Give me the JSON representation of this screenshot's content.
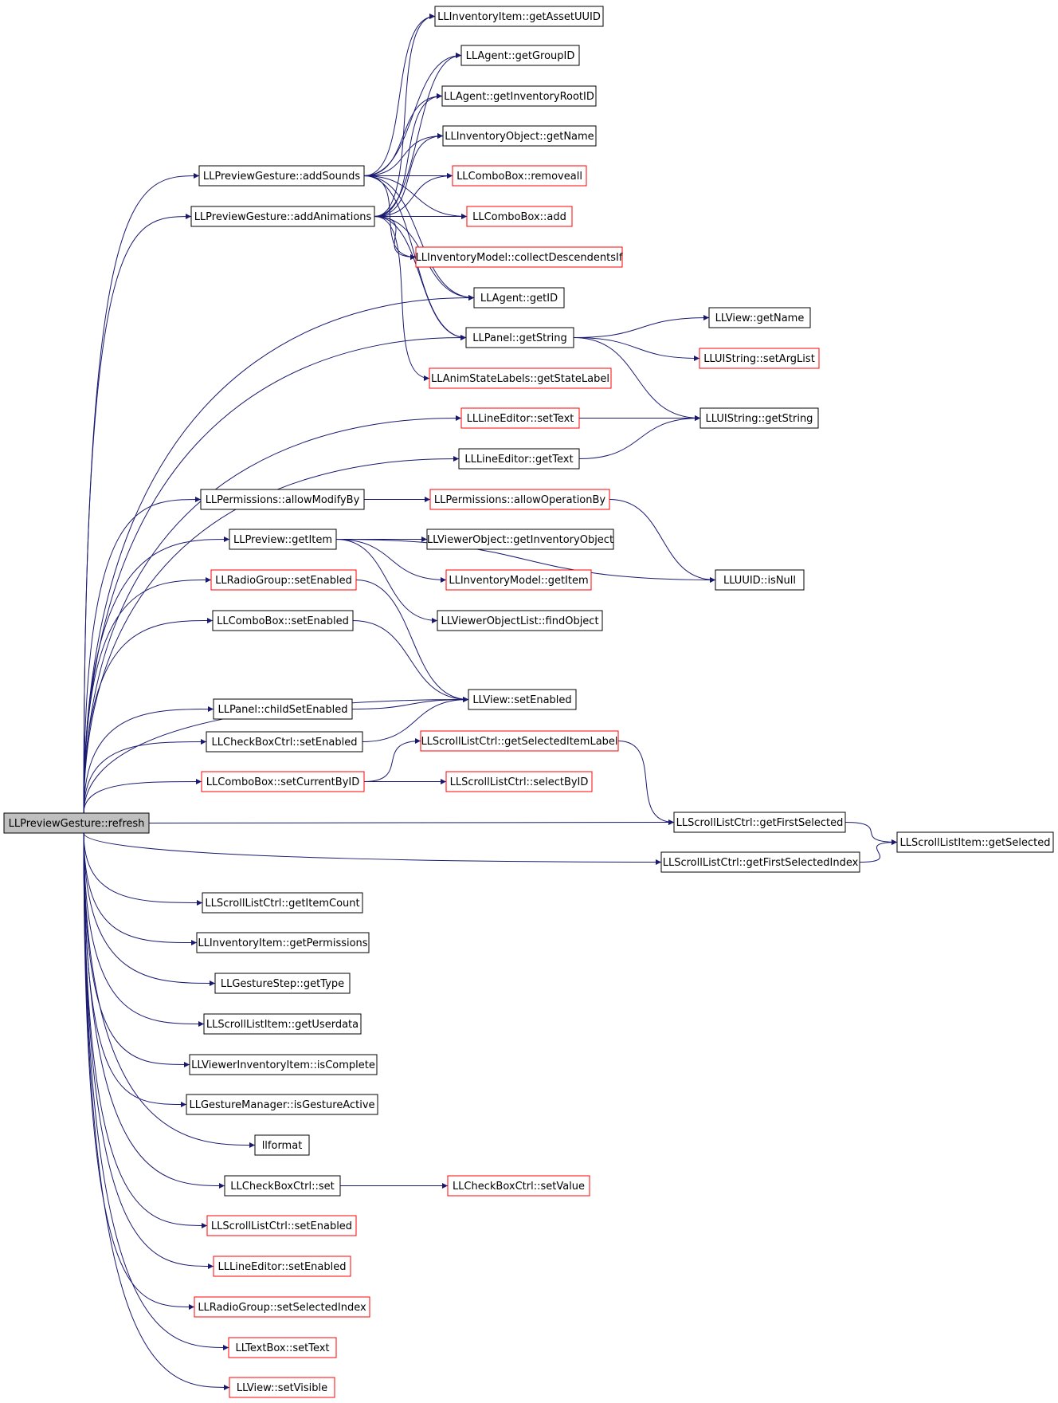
{
  "diagram": {
    "type": "call-graph",
    "colors": {
      "edge": "#191970",
      "root_fill": "#bfbfbf",
      "node_border_default": "#000000",
      "node_border_truncated": "#ff0000",
      "node_fill": "#ffffff",
      "text": "#000000"
    },
    "root": "LLPreviewGesture::refresh",
    "nodes": [
      {
        "id": "refresh",
        "label": "LLPreviewGesture::refresh",
        "style": "root"
      },
      {
        "id": "addSounds",
        "label": "LLPreviewGesture::addSounds",
        "style": "normal"
      },
      {
        "id": "addAnimations",
        "label": "LLPreviewGesture::addAnimations",
        "style": "normal"
      },
      {
        "id": "getAssetUUID",
        "label": "LLInventoryItem::getAssetUUID",
        "style": "normal"
      },
      {
        "id": "getGroupID",
        "label": "LLAgent::getGroupID",
        "style": "normal"
      },
      {
        "id": "getInventoryRootID",
        "label": "LLAgent::getInventoryRootID",
        "style": "normal"
      },
      {
        "id": "invObjGetName",
        "label": "LLInventoryObject::getName",
        "style": "normal"
      },
      {
        "id": "removeall",
        "label": "LLComboBox::removeall",
        "style": "truncated"
      },
      {
        "id": "comboAdd",
        "label": "LLComboBox::add",
        "style": "truncated"
      },
      {
        "id": "collectDescendentsIf",
        "label": "LLInventoryModel::collectDescendentsIf",
        "style": "truncated"
      },
      {
        "id": "agentGetID",
        "label": "LLAgent::getID",
        "style": "normal"
      },
      {
        "id": "panelGetString",
        "label": "LLPanel::getString",
        "style": "normal"
      },
      {
        "id": "getStateLabel",
        "label": "LLAnimStateLabels::getStateLabel",
        "style": "truncated"
      },
      {
        "id": "viewGetName",
        "label": "LLView::getName",
        "style": "normal"
      },
      {
        "id": "setArgList",
        "label": "LLUIString::setArgList",
        "style": "truncated"
      },
      {
        "id": "uiGetString",
        "label": "LLUIString::getString",
        "style": "normal"
      },
      {
        "id": "lineSetText",
        "label": "LLLineEditor::setText",
        "style": "truncated"
      },
      {
        "id": "lineGetText",
        "label": "LLLineEditor::getText",
        "style": "normal"
      },
      {
        "id": "allowModifyBy",
        "label": "LLPermissions::allowModifyBy",
        "style": "normal"
      },
      {
        "id": "allowOperationBy",
        "label": "LLPermissions::allowOperationBy",
        "style": "truncated"
      },
      {
        "id": "previewGetItem",
        "label": "LLPreview::getItem",
        "style": "normal"
      },
      {
        "id": "getInventoryObject",
        "label": "LLViewerObject::getInventoryObject",
        "style": "normal"
      },
      {
        "id": "invModelGetItem",
        "label": "LLInventoryModel::getItem",
        "style": "truncated"
      },
      {
        "id": "findObject",
        "label": "LLViewerObjectList::findObject",
        "style": "normal"
      },
      {
        "id": "isNull",
        "label": "LLUUID::isNull",
        "style": "normal"
      },
      {
        "id": "radioSetEnabled",
        "label": "LLRadioGroup::setEnabled",
        "style": "truncated"
      },
      {
        "id": "comboSetEnabled",
        "label": "LLComboBox::setEnabled",
        "style": "normal"
      },
      {
        "id": "childSetEnabled",
        "label": "LLPanel::childSetEnabled",
        "style": "normal"
      },
      {
        "id": "viewSetEnabled",
        "label": "LLView::setEnabled",
        "style": "normal"
      },
      {
        "id": "checkSetEnabled",
        "label": "LLCheckBoxCtrl::setEnabled",
        "style": "normal"
      },
      {
        "id": "getSelectedItemLabel",
        "label": "LLScrollListCtrl::getSelectedItemLabel",
        "style": "truncated"
      },
      {
        "id": "setCurrentByID",
        "label": "LLComboBox::setCurrentByID",
        "style": "truncated"
      },
      {
        "id": "selectByID",
        "label": "LLScrollListCtrl::selectByID",
        "style": "truncated"
      },
      {
        "id": "getFirstSelected",
        "label": "LLScrollListCtrl::getFirstSelected",
        "style": "normal"
      },
      {
        "id": "itemGetSelected",
        "label": "LLScrollListItem::getSelected",
        "style": "normal"
      },
      {
        "id": "getFirstSelectedIndex",
        "label": "LLScrollListCtrl::getFirstSelectedIndex",
        "style": "normal"
      },
      {
        "id": "getItemCount",
        "label": "LLScrollListCtrl::getItemCount",
        "style": "normal"
      },
      {
        "id": "getPermissions",
        "label": "LLInventoryItem::getPermissions",
        "style": "normal"
      },
      {
        "id": "getType",
        "label": "LLGestureStep::getType",
        "style": "normal"
      },
      {
        "id": "getUserdata",
        "label": "LLScrollListItem::getUserdata",
        "style": "normal"
      },
      {
        "id": "isComplete",
        "label": "LLViewerInventoryItem::isComplete",
        "style": "normal"
      },
      {
        "id": "isGestureActive",
        "label": "LLGestureManager::isGestureActive",
        "style": "normal"
      },
      {
        "id": "llformat",
        "label": "llformat",
        "style": "normal"
      },
      {
        "id": "checkSet",
        "label": "LLCheckBoxCtrl::set",
        "style": "normal"
      },
      {
        "id": "checkSetValue",
        "label": "LLCheckBoxCtrl::setValue",
        "style": "truncated"
      },
      {
        "id": "scrollSetEnabled",
        "label": "LLScrollListCtrl::setEnabled",
        "style": "truncated"
      },
      {
        "id": "lineSetEnabled",
        "label": "LLLineEditor::setEnabled",
        "style": "truncated"
      },
      {
        "id": "setSelectedIndex",
        "label": "LLRadioGroup::setSelectedIndex",
        "style": "truncated"
      },
      {
        "id": "textSetText",
        "label": "LLTextBox::setText",
        "style": "truncated"
      },
      {
        "id": "viewSetVisible",
        "label": "LLView::setVisible",
        "style": "truncated"
      }
    ],
    "edges": [
      [
        "refresh",
        "addSounds"
      ],
      [
        "refresh",
        "addAnimations"
      ],
      [
        "refresh",
        "agentGetID"
      ],
      [
        "refresh",
        "panelGetString"
      ],
      [
        "refresh",
        "lineSetText"
      ],
      [
        "refresh",
        "lineGetText"
      ],
      [
        "refresh",
        "allowModifyBy"
      ],
      [
        "refresh",
        "previewGetItem"
      ],
      [
        "refresh",
        "radioSetEnabled"
      ],
      [
        "refresh",
        "comboSetEnabled"
      ],
      [
        "refresh",
        "viewSetEnabled"
      ],
      [
        "refresh",
        "childSetEnabled"
      ],
      [
        "refresh",
        "checkSetEnabled"
      ],
      [
        "refresh",
        "setCurrentByID"
      ],
      [
        "refresh",
        "getFirstSelected"
      ],
      [
        "refresh",
        "getFirstSelectedIndex"
      ],
      [
        "refresh",
        "getItemCount"
      ],
      [
        "refresh",
        "getPermissions"
      ],
      [
        "refresh",
        "getType"
      ],
      [
        "refresh",
        "getUserdata"
      ],
      [
        "refresh",
        "isComplete"
      ],
      [
        "refresh",
        "isGestureActive"
      ],
      [
        "refresh",
        "llformat"
      ],
      [
        "refresh",
        "checkSet"
      ],
      [
        "refresh",
        "scrollSetEnabled"
      ],
      [
        "refresh",
        "lineSetEnabled"
      ],
      [
        "refresh",
        "setSelectedIndex"
      ],
      [
        "refresh",
        "textSetText"
      ],
      [
        "refresh",
        "viewSetVisible"
      ],
      [
        "addSounds",
        "getAssetUUID"
      ],
      [
        "addSounds",
        "getGroupID"
      ],
      [
        "addSounds",
        "getInventoryRootID"
      ],
      [
        "addSounds",
        "invObjGetName"
      ],
      [
        "addSounds",
        "removeall"
      ],
      [
        "addSounds",
        "comboAdd"
      ],
      [
        "addSounds",
        "collectDescendentsIf"
      ],
      [
        "addSounds",
        "agentGetID"
      ],
      [
        "addSounds",
        "panelGetString"
      ],
      [
        "addAnimations",
        "getAssetUUID"
      ],
      [
        "addAnimations",
        "getGroupID"
      ],
      [
        "addAnimations",
        "getInventoryRootID"
      ],
      [
        "addAnimations",
        "invObjGetName"
      ],
      [
        "addAnimations",
        "removeall"
      ],
      [
        "addAnimations",
        "comboAdd"
      ],
      [
        "addAnimations",
        "collectDescendentsIf"
      ],
      [
        "addAnimations",
        "agentGetID"
      ],
      [
        "addAnimations",
        "panelGetString"
      ],
      [
        "addAnimations",
        "getStateLabel"
      ],
      [
        "panelGetString",
        "viewGetName"
      ],
      [
        "panelGetString",
        "setArgList"
      ],
      [
        "panelGetString",
        "uiGetString"
      ],
      [
        "lineSetText",
        "uiGetString"
      ],
      [
        "lineGetText",
        "uiGetString"
      ],
      [
        "allowModifyBy",
        "allowOperationBy"
      ],
      [
        "allowOperationBy",
        "isNull"
      ],
      [
        "previewGetItem",
        "getInventoryObject"
      ],
      [
        "previewGetItem",
        "invModelGetItem"
      ],
      [
        "previewGetItem",
        "findObject"
      ],
      [
        "previewGetItem",
        "isNull"
      ],
      [
        "radioSetEnabled",
        "viewSetEnabled"
      ],
      [
        "comboSetEnabled",
        "viewSetEnabled"
      ],
      [
        "childSetEnabled",
        "viewSetEnabled"
      ],
      [
        "checkSetEnabled",
        "viewSetEnabled"
      ],
      [
        "setCurrentByID",
        "getSelectedItemLabel"
      ],
      [
        "setCurrentByID",
        "selectByID"
      ],
      [
        "getSelectedItemLabel",
        "getFirstSelected"
      ],
      [
        "getFirstSelected",
        "itemGetSelected"
      ],
      [
        "getFirstSelectedIndex",
        "itemGetSelected"
      ],
      [
        "checkSet",
        "checkSetValue"
      ]
    ]
  }
}
